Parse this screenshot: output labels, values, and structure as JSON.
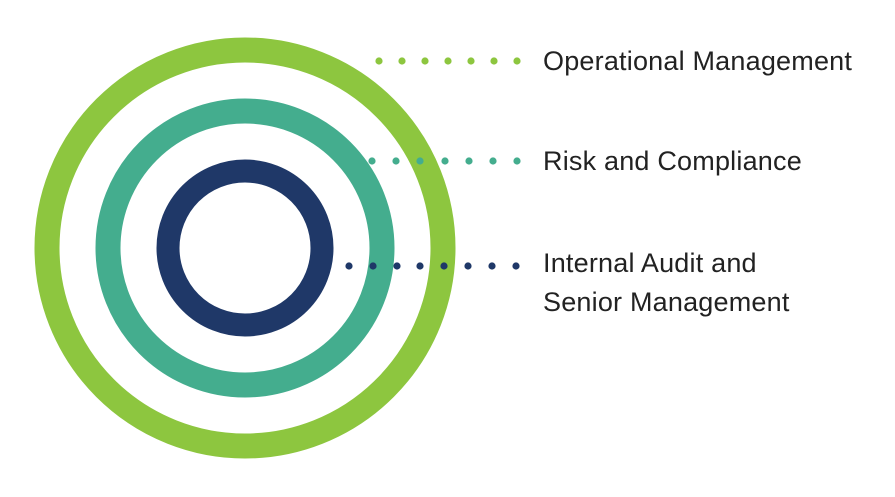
{
  "colors": {
    "outer_ring": "#8dc63f",
    "middle_ring": "#44ad8e",
    "inner_ring": "#1f3868",
    "background": "#ffffff",
    "text": "#222222"
  },
  "layers": [
    {
      "id": "outer",
      "label_lines": [
        "Operational Management"
      ],
      "color": "#8dc63f"
    },
    {
      "id": "middle",
      "label_lines": [
        "Risk and Compliance"
      ],
      "color": "#44ad8e"
    },
    {
      "id": "inner",
      "label_lines": [
        "Internal Audit and",
        "Senior Management"
      ],
      "color": "#1f3868"
    }
  ]
}
